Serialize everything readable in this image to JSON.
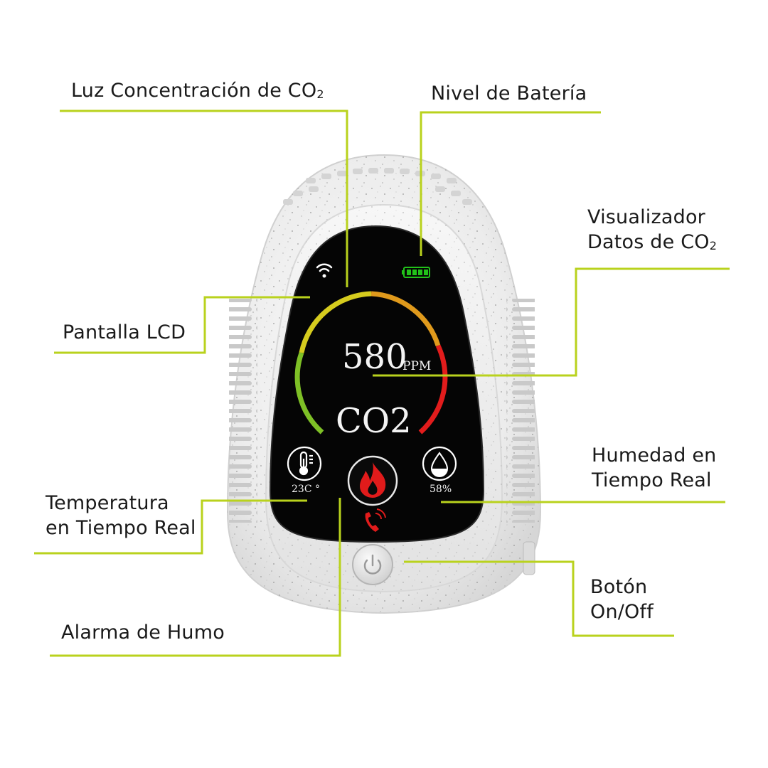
{
  "colors": {
    "leader_line": "#b9d21d",
    "gauge_green": "#7ec026",
    "gauge_yellow": "#d6cc1e",
    "gauge_orange": "#e09a1c",
    "gauge_red": "#e21c1c",
    "battery": "#22c21a",
    "alarm": "#e11b1b",
    "lcd_background": "#050505",
    "device_body": "#efefef"
  },
  "callouts": {
    "luz": {
      "text": "Luz Concentración de CO",
      "sub": "2"
    },
    "bateria": {
      "text": "Nivel de Batería"
    },
    "visualizador": {
      "line1": "Visualizador",
      "line2": "Datos de CO",
      "sub": "2"
    },
    "pantalla": {
      "text": "Pantalla LCD"
    },
    "humedad": {
      "line1": "Humedad en",
      "line2": "Tiempo Real"
    },
    "temperatura": {
      "line1": "Temperatura",
      "line2": "en Tiempo Real"
    },
    "boton": {
      "line1": "Botón",
      "line2": "On/Off"
    },
    "alarma": {
      "text": "Alarma de Humo"
    }
  },
  "display": {
    "co2_value": "580",
    "co2_unit": "PPM",
    "co2_label": "CO2",
    "temperature": "23C °",
    "humidity": "58%",
    "battery_bars": 4,
    "icons": {
      "wifi": "wifi-icon",
      "battery": "battery-icon",
      "thermometer": "thermometer-icon",
      "humidity": "water-drop-icon",
      "flame": "flame-icon",
      "phone": "phone-call-icon",
      "power": "power-icon"
    }
  }
}
